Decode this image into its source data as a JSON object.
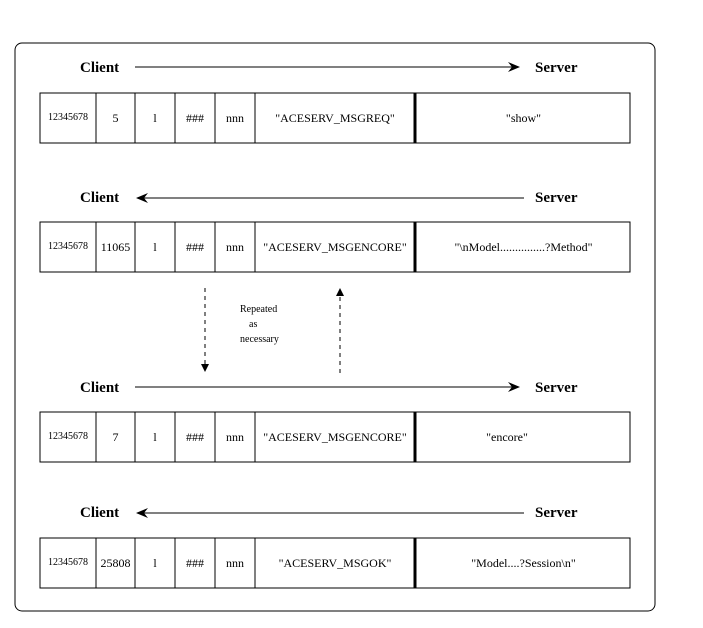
{
  "messages": [
    {
      "direction": "client-to-server",
      "client_label": "Client",
      "server_label": "Server",
      "fields": [
        "12345678",
        "5",
        "l",
        "###",
        "nnn",
        "\"ACESERV_MSGREQ\""
      ],
      "payload": "\"show\""
    },
    {
      "direction": "server-to-client",
      "client_label": "Client",
      "server_label": "Server",
      "fields": [
        "12345678",
        "11065",
        "l",
        "###",
        "nnn",
        "\"ACESERV_MSGENCORE\""
      ],
      "payload": "\"\\nModel...............?Method\""
    },
    {
      "direction": "client-to-server",
      "client_label": "Client",
      "server_label": "Server",
      "fields": [
        "12345678",
        "7",
        "l",
        "###",
        "nnn",
        "\"ACESERV_MSGENCORE\""
      ],
      "payload": "\"encore\""
    },
    {
      "direction": "server-to-client",
      "client_label": "Client",
      "server_label": "Server",
      "fields": [
        "12345678",
        "25808",
        "l",
        "###",
        "nnn",
        "\"ACESERV_MSGOK\""
      ],
      "payload": "\"Model....?Session\\n\""
    }
  ],
  "repeat_note": {
    "line1": "Repeated",
    "line2": "as",
    "line3": "necessary"
  }
}
